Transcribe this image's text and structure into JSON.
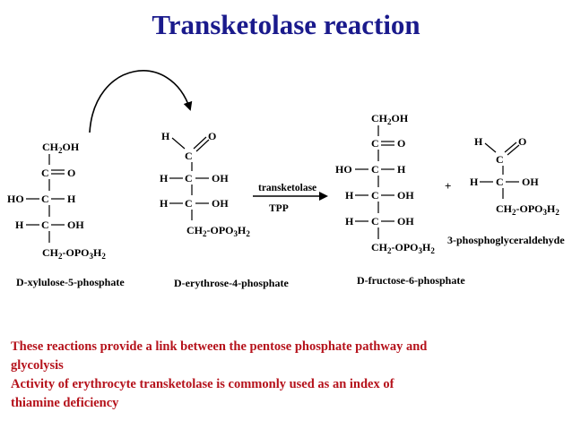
{
  "title": "Transketolase reaction",
  "molecules": {
    "xylulose": {
      "name": "D-xylulose-5-phosphate",
      "top_group": "CH2OH",
      "carbonyl": "O",
      "row2": {
        "left": "HO",
        "right": "H"
      },
      "row3": {
        "left": "H",
        "right": "OH"
      },
      "bottom_group": "CH2-OPO3H2"
    },
    "erythrose": {
      "name": "D-erythrose-4-phosphate",
      "aldehyde_h": "H",
      "aldehyde_o": "O",
      "row1": {
        "left": "H",
        "right": "OH"
      },
      "row2": {
        "left": "H",
        "right": "OH"
      },
      "bottom_group": "CH2-OPO3H2"
    },
    "fructose": {
      "name": "D-fructose-6-phosphate",
      "top_group": "CH2OH",
      "carbonyl": "O",
      "row2": {
        "left": "HO",
        "right": "H"
      },
      "row3": {
        "left": "H",
        "right": "OH"
      },
      "row4": {
        "left": "H",
        "right": "OH"
      },
      "bottom_group": "CH2-OPO3H2"
    },
    "glyceraldehyde": {
      "name": "3-phosphoglyceraldehyde",
      "aldehyde_h": "H",
      "aldehyde_o": "O",
      "row1": {
        "left": "H",
        "right": "OH"
      },
      "bottom_group": "CH2-OPO3H2"
    }
  },
  "atom_carbon": "C",
  "arrow": {
    "enzyme": "transketolase",
    "cofactor": "TPP"
  },
  "plus_sign": "+",
  "notes": [
    "These reactions provide a link between the pentose phosphate pathway and",
    "glycolysis",
    "Activity of erythrocyte transketolase is commonly used as an index of",
    "thiamine deficiency"
  ],
  "colors": {
    "title": "#1a1a8c",
    "notes": "#b5121b"
  }
}
